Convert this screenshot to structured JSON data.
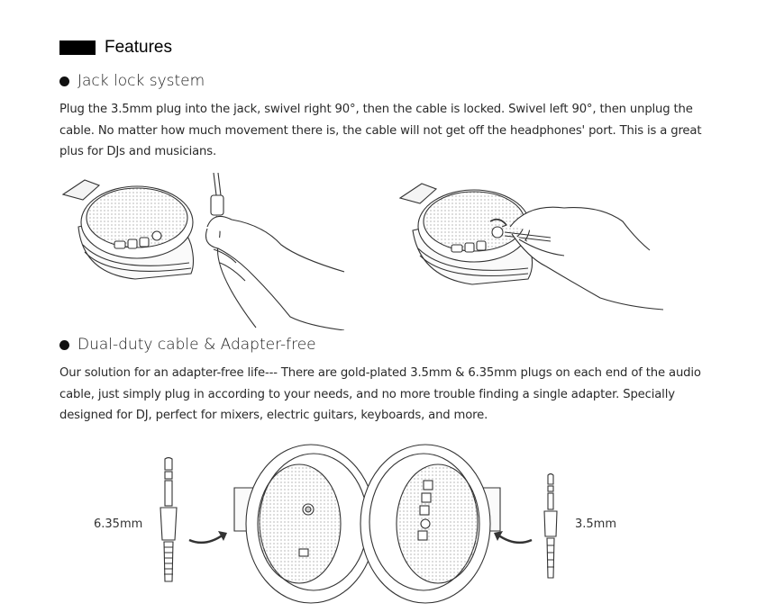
{
  "header": {
    "title": "Features"
  },
  "section1": {
    "title": "Jack lock system",
    "body": "Plug the 3.5mm plug into the jack, swivel right 90°, then the cable is locked. Swivel left 90°, then unplug the cable. No matter how much movement there is, the cable will not get off the headphones' port. This is a great plus for DJs and musicians."
  },
  "section2": {
    "title": "Dual-duty cable & Adapter-free",
    "body": "Our solution for an adapter-free life--- There are gold-plated 3.5mm & 6.35mm plugs on each end of the audio cable, just simply plug in according to your needs, and no more trouble finding a single adapter. Specially designed for DJ, perfect for mixers, electric guitars, keyboards, and more."
  },
  "labels": {
    "left_plug": "6.35mm",
    "right_plug": "3.5mm"
  }
}
